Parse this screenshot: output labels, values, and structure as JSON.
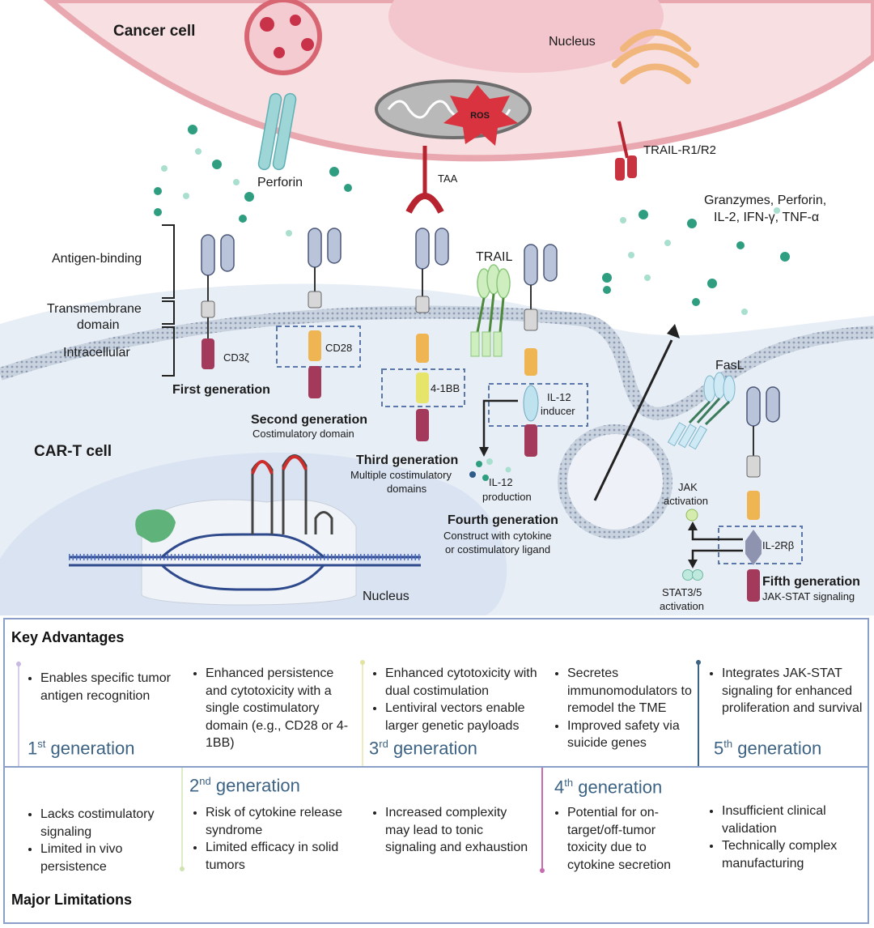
{
  "diagram": {
    "cancer_cell": "Cancer cell",
    "nucleus_top": "Nucleus",
    "ros": "ROS",
    "perforin": "Perforin",
    "taa": "TAA",
    "trail_r": "TRAIL-R1/R2",
    "secreted_line1": "Granzymes, Perforin,",
    "secreted_line2": "IL-2, IFN-γ, TNF-α",
    "antigen_binding": "Antigen-binding",
    "transmembrane_1": "Transmembrane",
    "transmembrane_2": "domain",
    "intracellular": "Intracellular",
    "cd3z": "CD3ζ",
    "first_gen": "First generation",
    "cd28": "CD28",
    "second_gen": "Second generation",
    "second_gen_sub": "Costimulatory domain",
    "four_1bb": "4-1BB",
    "third_gen": "Third generation",
    "third_gen_sub1": "Multiple costimulatory",
    "third_gen_sub2": "domains",
    "trail": "TRAIL",
    "il12_inducer_1": "IL-12",
    "il12_inducer_2": "inducer",
    "il12_prod_1": "IL-12",
    "il12_prod_2": "production",
    "fourth_gen": "Fourth generation",
    "fourth_gen_sub1": "Construct with cytokine",
    "fourth_gen_sub2": "or costimulatory ligand",
    "car_t_cell": "CAR-T cell",
    "nucleus_bottom": "Nucleus",
    "fasl": "FasL",
    "jak_1": "JAK",
    "jak_2": "activation",
    "il2rb": "IL-2Rβ",
    "stat_1": "STAT3/5",
    "stat_2": "activation",
    "fifth_gen": "Fifth generation",
    "fifth_gen_sub": "JAK-STAT signaling"
  },
  "table": {
    "key_advantages": "Key Advantages",
    "major_limitations": "Major Limitations",
    "advantages": [
      [
        "Enables specific tumor antigen recognition"
      ],
      [
        "Enhanced persistence and cytotoxicity with a single costimulatory domain (e.g., CD28 or 4-1BB)"
      ],
      [
        "Enhanced cytotoxicity with dual costimulation",
        "Lentiviral vectors enable larger genetic payloads"
      ],
      [
        "Secretes immunomodulators to remodel the TME",
        "Improved safety via suicide genes"
      ],
      [
        "Integrates JAK-STAT signaling for enhanced proliferation and survival"
      ]
    ],
    "limitations": [
      [
        "Lacks costimulatory signaling",
        "Limited in vivo persistence"
      ],
      [
        "Risk of cytokine release syndrome",
        "Limited efficacy in solid tumors"
      ],
      [
        "Increased complexity may lead to tonic signaling and exhaustion"
      ],
      [
        "Potential for on-target/off-tumor toxicity due to cytokine secretion"
      ],
      [
        "Insufficient clinical validation",
        "Technically complex manufacturing"
      ]
    ],
    "generations": [
      {
        "num": "1",
        "sup": "st",
        "word": "generation"
      },
      {
        "num": "2",
        "sup": "nd",
        "word": "generation"
      },
      {
        "num": "3",
        "sup": "rd",
        "word": "generation"
      },
      {
        "num": "4",
        "sup": "th",
        "word": "generation"
      },
      {
        "num": "5",
        "sup": "th",
        "word": "generation"
      }
    ],
    "colors": {
      "gen1": "#c9b8e0",
      "gen2": "#cfe3b0",
      "gen3": "#e3e3a0",
      "gen4": "#c86bb0",
      "gen5": "#3d6384",
      "border": "#8aa0c8"
    }
  }
}
